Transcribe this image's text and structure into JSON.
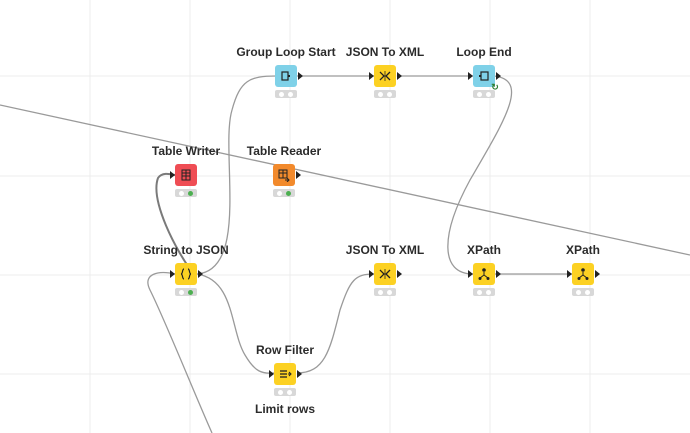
{
  "workflow": {
    "nodes": [
      {
        "id": "group-loop-start",
        "label": "Group Loop Start",
        "kind": "loop-start",
        "color": "#7fd1e8",
        "icon": "loop-start-icon"
      },
      {
        "id": "json-to-xml-top",
        "label": "JSON To XML",
        "kind": "manipulator",
        "color": "#fcd123",
        "icon": "json-xml-icon"
      },
      {
        "id": "loop-end",
        "label": "Loop End",
        "kind": "loop-end",
        "color": "#7fd1e8",
        "icon": "loop-end-icon"
      },
      {
        "id": "table-writer",
        "label": "Table Writer",
        "kind": "sink",
        "color": "#ef4d54",
        "icon": "table-writer-icon"
      },
      {
        "id": "table-reader",
        "label": "Table Reader",
        "kind": "source",
        "color": "#f28a2c",
        "icon": "table-reader-icon"
      },
      {
        "id": "string-to-json",
        "label": "String to JSON",
        "kind": "manipulator",
        "color": "#fcd123",
        "icon": "string-json-icon"
      },
      {
        "id": "json-to-xml-mid",
        "label": "JSON To XML",
        "kind": "manipulator",
        "color": "#fcd123",
        "icon": "json-xml-icon"
      },
      {
        "id": "xpath-1",
        "label": "XPath",
        "kind": "manipulator",
        "color": "#fcd123",
        "icon": "xpath-icon"
      },
      {
        "id": "xpath-2",
        "label": "XPath",
        "kind": "manipulator",
        "color": "#fcd123",
        "icon": "xpath-icon"
      },
      {
        "id": "row-filter",
        "label": "Row Filter",
        "kind": "manipulator",
        "color": "#fcd123",
        "icon": "row-filter-icon",
        "annotation": "Limit rows"
      }
    ]
  },
  "colors": {
    "grid": "#ececec",
    "connection": "#9a9a9a",
    "status_bg": "#d8d8d8",
    "status_green": "#4caf50"
  }
}
